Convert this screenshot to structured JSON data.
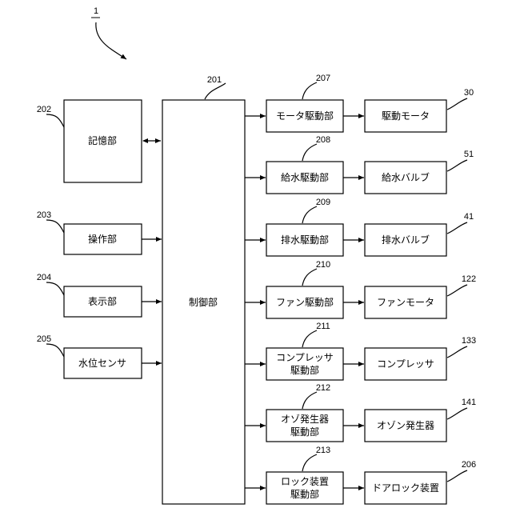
{
  "system_ref": "1",
  "control": {
    "label": "制御部",
    "ref": "201"
  },
  "inputs": [
    {
      "label": "記憶部",
      "ref": "202"
    },
    {
      "label": "操作部",
      "ref": "203"
    },
    {
      "label": "表示部",
      "ref": "204"
    },
    {
      "label": "水位センサ",
      "ref": "205"
    }
  ],
  "drivers": [
    {
      "lines": [
        "モータ駆動部"
      ],
      "ref": "207"
    },
    {
      "lines": [
        "給水駆動部"
      ],
      "ref": "208"
    },
    {
      "lines": [
        "排水駆動部"
      ],
      "ref": "209"
    },
    {
      "lines": [
        "ファン駆動部"
      ],
      "ref": "210"
    },
    {
      "lines": [
        "コンプレッサ",
        "駆動部"
      ],
      "ref": "211"
    },
    {
      "lines": [
        "オゾ発生器",
        "駆動部"
      ],
      "ref": "212"
    },
    {
      "lines": [
        "ロック装置",
        "駆動部"
      ],
      "ref": "213"
    }
  ],
  "outputs": [
    {
      "label": "駆動モータ",
      "ref": "30"
    },
    {
      "label": "給水バルブ",
      "ref": "51"
    },
    {
      "label": "排水バルブ",
      "ref": "41"
    },
    {
      "label": "ファンモータ",
      "ref": "122"
    },
    {
      "label": "コンプレッサ",
      "ref": "133"
    },
    {
      "label": "オゾン発生器",
      "ref": "141"
    },
    {
      "label": "ドアロック装置",
      "ref": "206"
    }
  ]
}
